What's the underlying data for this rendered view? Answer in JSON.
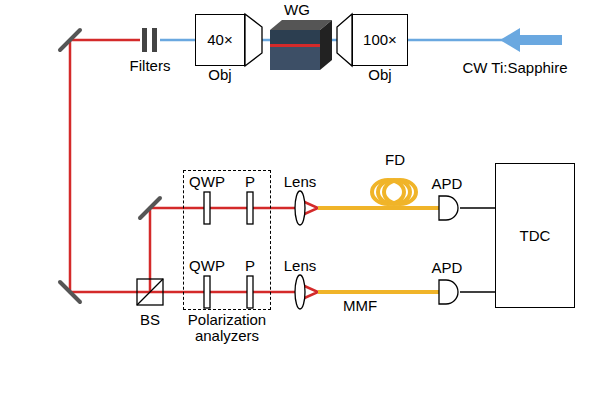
{
  "diagram": {
    "nodes": [
      {
        "text": [
          "40×",
          "Obj"
        ]
      },
      {
        "text": [
          "100×",
          "Obj"
        ]
      },
      {
        "text": [
          "Polarization analyzers"
        ]
      },
      {
        "text": [
          "APD"
        ]
      },
      {
        "text": [
          "APD"
        ]
      },
      {
        "text": [
          "TDC"
        ]
      }
    ],
    "edges": [
      {
        "from": 3,
        "to": 5,
        "arrow": "none"
      },
      {
        "from": 4,
        "to": 5,
        "arrow": "none"
      }
    ],
    "labels": [
      "WG",
      "Filters",
      "CW Ti:Sapphire",
      "QWP",
      "P",
      "Lens",
      "FD",
      "QWP",
      "P",
      "Lens",
      "MMF",
      "BS"
    ]
  }
}
